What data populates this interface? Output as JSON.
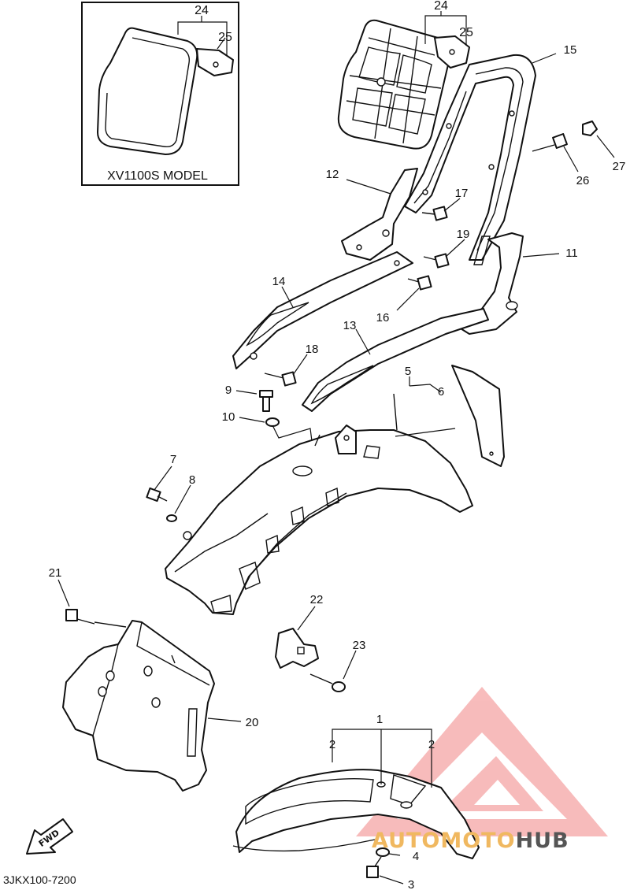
{
  "inset": {
    "title": "XV1100S MODEL"
  },
  "callouts": [
    {
      "id": "c1",
      "label": "1"
    },
    {
      "id": "c2a",
      "label": "2"
    },
    {
      "id": "c2b",
      "label": "2"
    },
    {
      "id": "c3",
      "label": "3"
    },
    {
      "id": "c4",
      "label": "4"
    },
    {
      "id": "c5",
      "label": "5"
    },
    {
      "id": "c6",
      "label": "6"
    },
    {
      "id": "c7",
      "label": "7"
    },
    {
      "id": "c8",
      "label": "8"
    },
    {
      "id": "c9",
      "label": "9"
    },
    {
      "id": "c10",
      "label": "10"
    },
    {
      "id": "c11",
      "label": "11"
    },
    {
      "id": "c12",
      "label": "12"
    },
    {
      "id": "c13",
      "label": "13"
    },
    {
      "id": "c14",
      "label": "14"
    },
    {
      "id": "c15",
      "label": "15"
    },
    {
      "id": "c16",
      "label": "16"
    },
    {
      "id": "c17",
      "label": "17"
    },
    {
      "id": "c18",
      "label": "18"
    },
    {
      "id": "c19",
      "label": "19"
    },
    {
      "id": "c20",
      "label": "20"
    },
    {
      "id": "c21",
      "label": "21"
    },
    {
      "id": "c22",
      "label": "22"
    },
    {
      "id": "c23",
      "label": "23"
    },
    {
      "id": "c24a",
      "label": "24"
    },
    {
      "id": "c25a",
      "label": "25"
    },
    {
      "id": "c24b",
      "label": "24"
    },
    {
      "id": "c25b",
      "label": "25"
    },
    {
      "id": "c26",
      "label": "26"
    },
    {
      "id": "c27",
      "label": "27"
    }
  ],
  "diagram_code": "3JKX100-7200",
  "fwd_label": "FWD",
  "watermark": {
    "part1": "AUTOMOTO",
    "part2": "HUB",
    "color_primary": "#f5a0a0",
    "color_accent": "#f0b860",
    "color_dark": "#555555"
  }
}
